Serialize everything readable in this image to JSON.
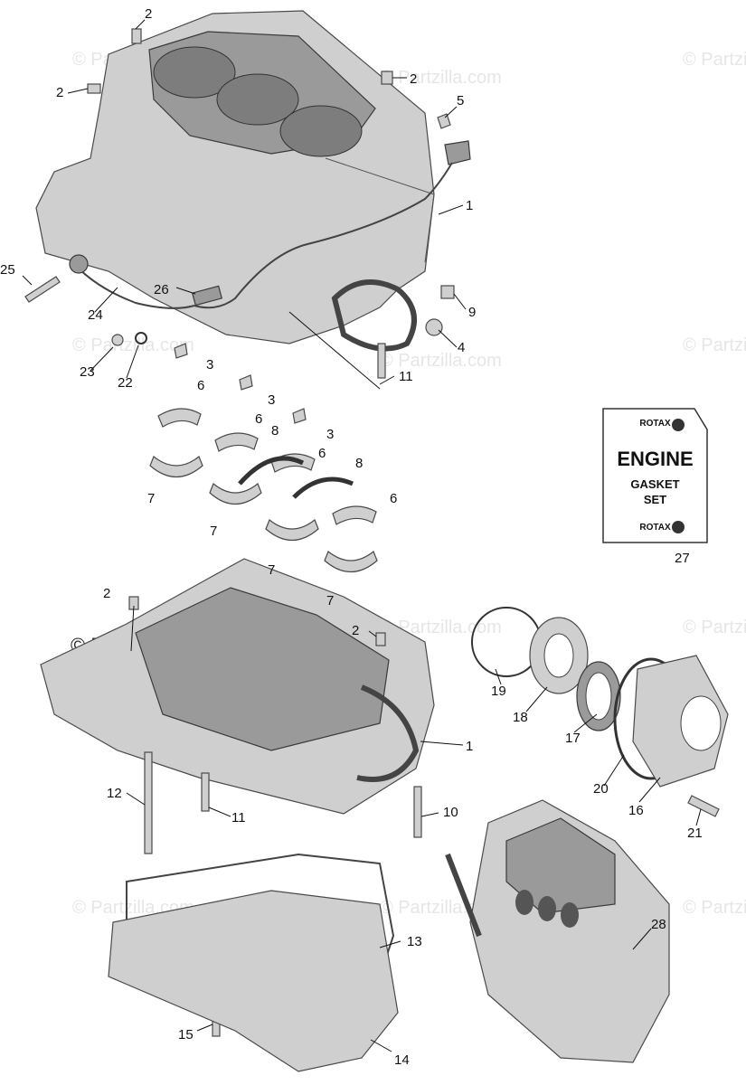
{
  "watermark": "© Partzilla.com",
  "logo_text": "© Partzilla.com",
  "gasket_set_card": {
    "brand_top": "ROTAX",
    "title": "ENGINE",
    "line2": "GASKET",
    "line3": "SET",
    "brand_bottom": "ROTAX"
  },
  "callouts": [
    "1",
    "2",
    "3",
    "4",
    "5",
    "6",
    "7",
    "8",
    "9",
    "10",
    "11",
    "12",
    "13",
    "14",
    "15",
    "16",
    "17",
    "18",
    "19",
    "20",
    "21",
    "22",
    "23",
    "24",
    "25",
    "26",
    "27",
    "28"
  ]
}
